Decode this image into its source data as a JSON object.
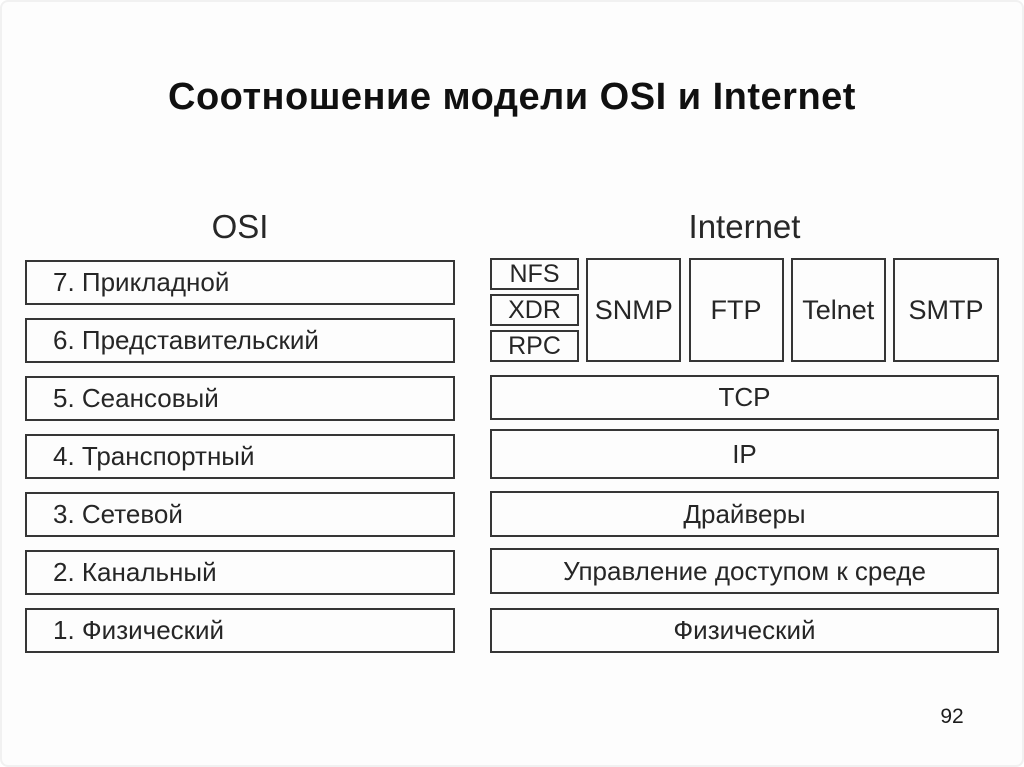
{
  "title": "Соотношение модели OSI и Internet",
  "page_number": "92",
  "osi": {
    "header": "OSI",
    "layers": [
      {
        "label": "7. Прикладной"
      },
      {
        "label": "6. Представительский"
      },
      {
        "label": "5. Сеансовый"
      },
      {
        "label": "4. Транспортный"
      },
      {
        "label": "3. Сетевой"
      },
      {
        "label": "2. Канальный"
      },
      {
        "label": "1. Физический"
      }
    ]
  },
  "internet": {
    "header": "Internet",
    "app_stack": [
      "NFS",
      "XDR",
      "RPC"
    ],
    "apps": [
      "SNMP",
      "FTP",
      "Telnet",
      "SMTP"
    ],
    "layers": [
      "TCP",
      "IP",
      "Драйверы",
      "Управление доступом к среде",
      "Физический"
    ]
  },
  "colors": {
    "background": "#fdfdfd",
    "box_border": "#363636",
    "text": "#262626",
    "title_text": "#101010"
  }
}
